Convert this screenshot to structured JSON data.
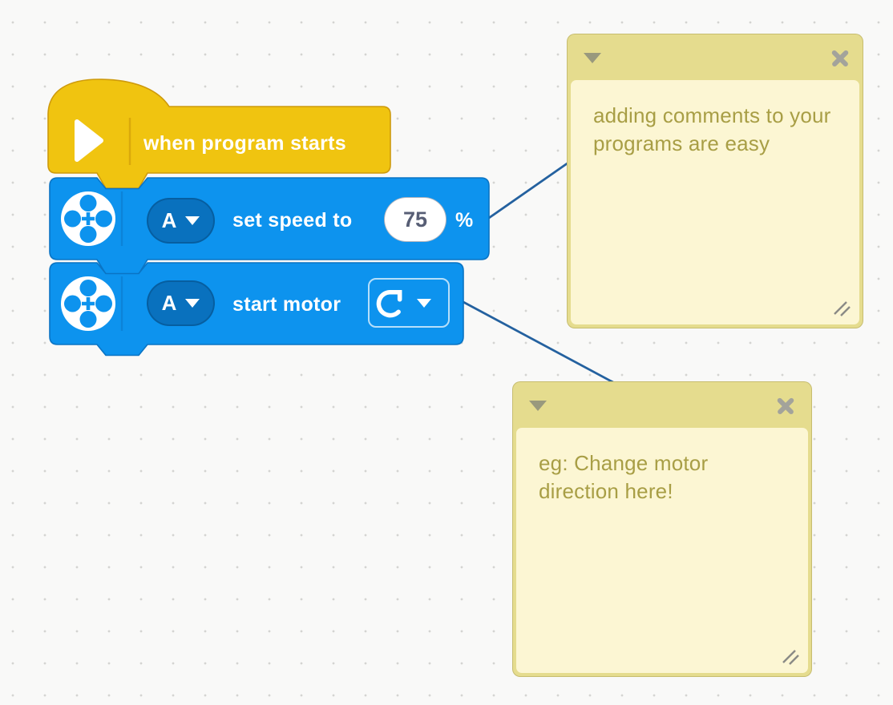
{
  "blocks": {
    "hat": {
      "label": "when program starts"
    },
    "set_speed": {
      "port": "A",
      "label": "set speed to",
      "value": "75",
      "unit": "%"
    },
    "start_motor": {
      "port": "A",
      "label": "start motor"
    }
  },
  "comments": {
    "note1": {
      "text": "adding comments to your programs are easy"
    },
    "note2": {
      "text": "eg: Change motor direction here!"
    }
  },
  "palette": {
    "block_blue": "#0d93ee",
    "block_blue_border": "#0a74c4",
    "dropdown_blue": "#0971be",
    "hat_yellow": "#f0c410",
    "hat_yellow_border": "#ce9a0c",
    "comment_header_yellow": "#e5dc8e",
    "comment_body_yellow": "#fcf6d3",
    "comment_text_olive": "#a89e45",
    "connector_blue": "#24619f",
    "value_text": "#575e75",
    "canvas_bg": "#f9f9f8"
  }
}
